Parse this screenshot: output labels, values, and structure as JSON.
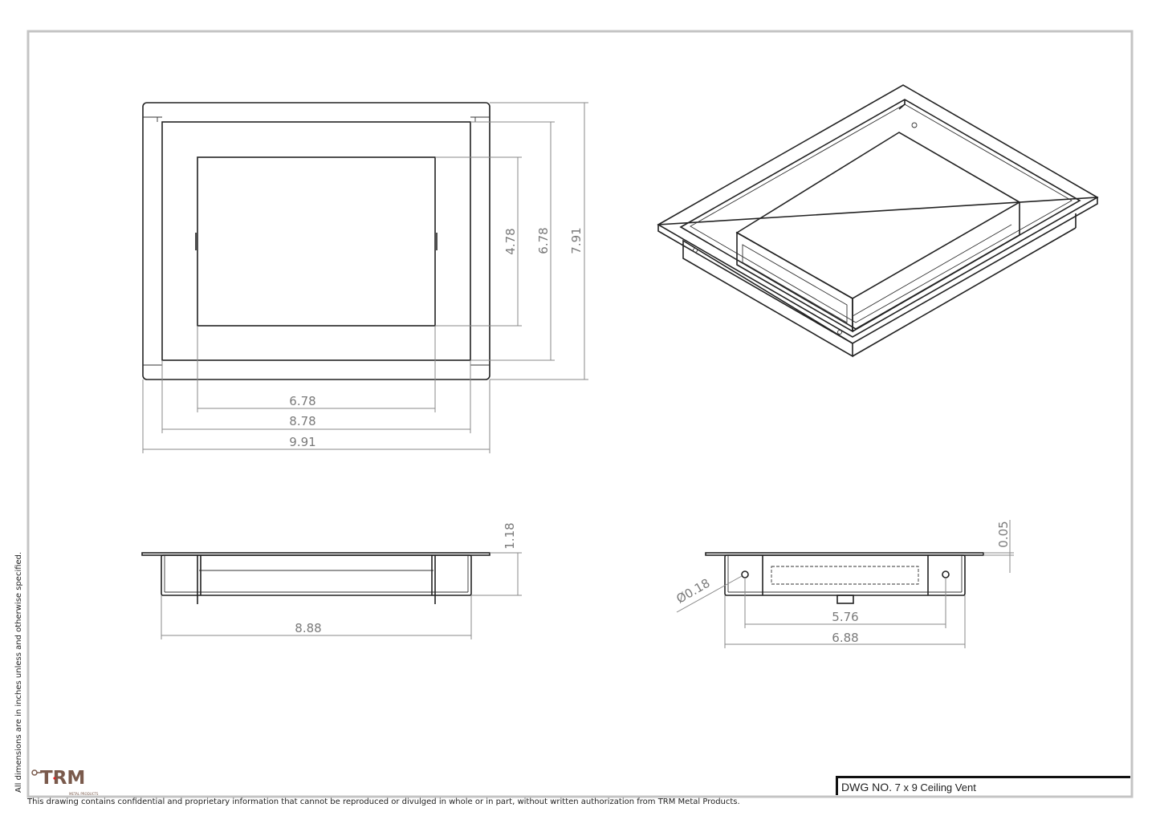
{
  "drawing": {
    "dwg_label": "DWG NO.",
    "dwg_title": "7 x 9 Ceiling Vent",
    "units_note": "All dimensions are in inches unless and otherwise specified.",
    "confidentiality": "This drawing contains confidential and proprietary information that cannot be reproduced or divulged in whole or in part, without written authorization from TRM Metal Products.",
    "logo_text": "TRM",
    "logo_subtext": "METAL PRODUCTS",
    "logo_color": "#7a5a4c"
  },
  "top_view": {
    "dims": {
      "inner_height": "4.78",
      "flange_height": "6.78",
      "outer_height": "7.91",
      "inner_width": "6.78",
      "flange_width": "8.78",
      "outer_width": "9.91"
    }
  },
  "front_view": {
    "dims": {
      "height": "1.18",
      "width": "8.88"
    }
  },
  "side_view": {
    "dims": {
      "flange_thickness": "0.05",
      "hole_diameter": "Ø0.18",
      "hole_spacing": "5.76",
      "width": "6.88"
    }
  }
}
